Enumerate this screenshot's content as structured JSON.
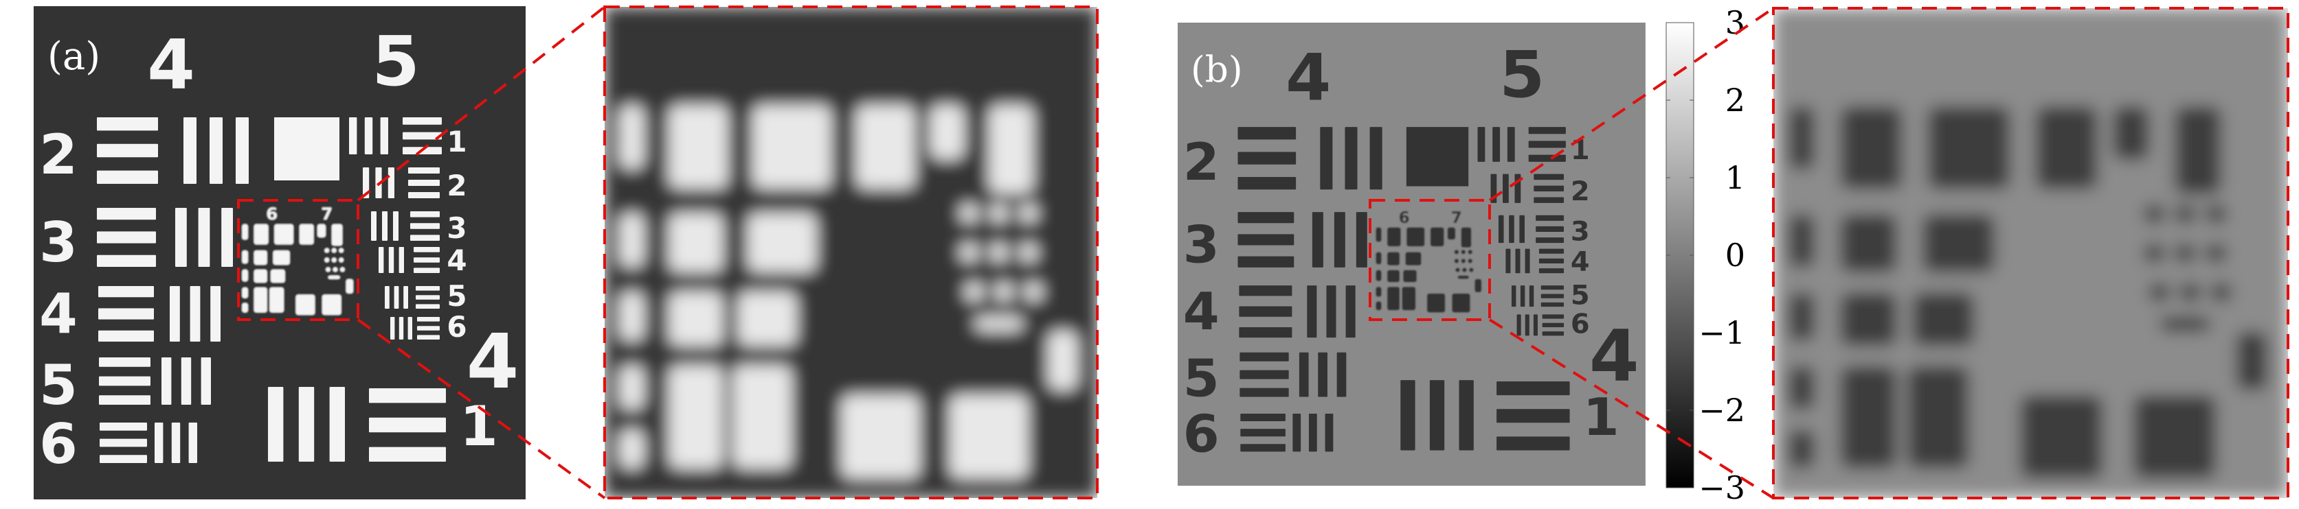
{
  "panels": {
    "a": {
      "label": "(a)",
      "background": "#333333",
      "foreground": "#f4f4f4"
    },
    "b": {
      "label": "(b)",
      "background": "#8a8a8a",
      "foreground": "#333333"
    }
  },
  "target_labels": {
    "group_top_left": "4",
    "group_top_right": "5",
    "left_elements": [
      "2",
      "3",
      "4",
      "5",
      "6"
    ],
    "right_elements": [
      "1",
      "2",
      "3",
      "4",
      "5",
      "6"
    ],
    "bottom_group": "4",
    "bottom_element": "1",
    "inner_groups": [
      "6",
      "7"
    ]
  },
  "colorbar": {
    "min": -3,
    "max": 3,
    "ticks": [
      "3",
      "2",
      "1",
      "0",
      "−1",
      "−2",
      "−3"
    ]
  },
  "zoom_indicator_color": "#e01010"
}
